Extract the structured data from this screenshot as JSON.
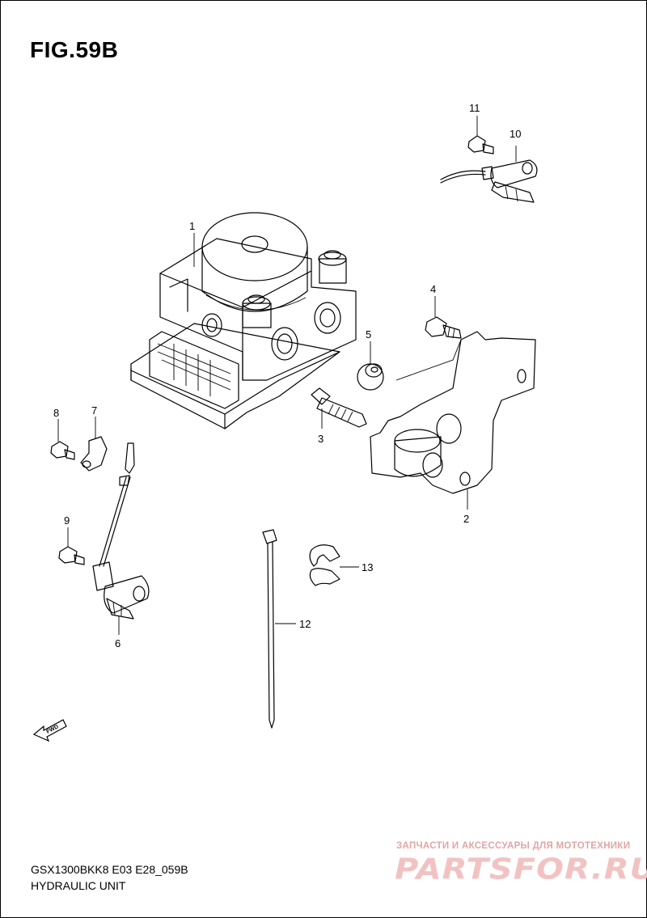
{
  "figure": {
    "title": "FIG.59B"
  },
  "callouts": [
    {
      "id": "1",
      "label": "1"
    },
    {
      "id": "2",
      "label": "2"
    },
    {
      "id": "3",
      "label": "3"
    },
    {
      "id": "4",
      "label": "4"
    },
    {
      "id": "5",
      "label": "5"
    },
    {
      "id": "6",
      "label": "6"
    },
    {
      "id": "7",
      "label": "7"
    },
    {
      "id": "8",
      "label": "8"
    },
    {
      "id": "9",
      "label": "9"
    },
    {
      "id": "10",
      "label": "10"
    },
    {
      "id": "11",
      "label": "11"
    },
    {
      "id": "12",
      "label": "12"
    },
    {
      "id": "13",
      "label": "13"
    }
  ],
  "fwd_arrow": {
    "label": "FWD"
  },
  "footer": {
    "code": "GSX1300BKK8 E03 E28_059B",
    "name": "HYDRAULIC UNIT"
  },
  "watermark": {
    "tagline": "ЗАПЧАСТИ И АКСЕССУАРЫ ДЛЯ МОТОТЕХНИКИ",
    "logo": "PARTSFOR.RU"
  }
}
